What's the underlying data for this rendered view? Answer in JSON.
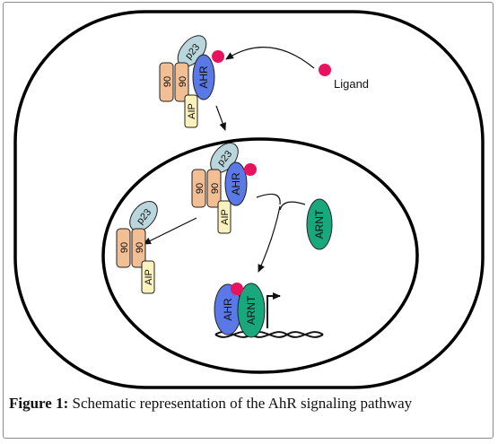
{
  "diagram": {
    "ligand_label": "Ligand",
    "proteins": {
      "p23": "p23",
      "hsp90": "90",
      "ahr": "AHR",
      "aip": "AIP",
      "arnt": "ARNT"
    }
  },
  "caption": {
    "label": "Figure 1:",
    "text": "Schematic representation of the AhR signaling pathway"
  },
  "colors": {
    "p23": "#b9d6dc",
    "hsp90": "#f2be93",
    "ahr": "#5a78e6",
    "aip": "#fbf1bd",
    "arnt": "#19a77c",
    "ligand": "#e8125f",
    "cell_outline": "#000000"
  }
}
